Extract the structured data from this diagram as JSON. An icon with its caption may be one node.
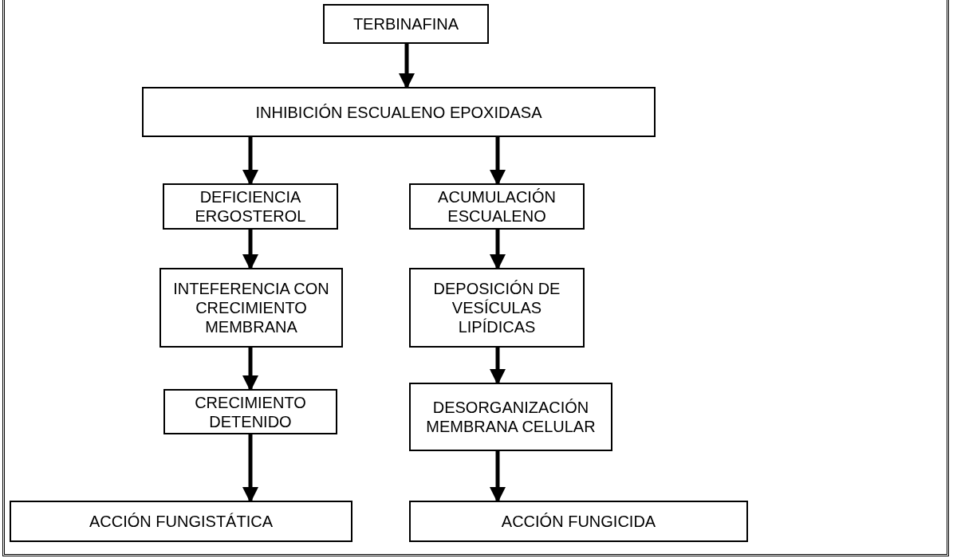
{
  "diagram": {
    "nodes": [
      {
        "text": [
          "TERBINAFINA"
        ]
      },
      {
        "text": [
          "INHIBICIÓN ESCUALENO EPOXIDASA"
        ]
      },
      {
        "text": [
          "DEFICIENCIA ERGOSTEROL"
        ]
      },
      {
        "text": [
          "ACUMULACIÓN ESCUALENO"
        ]
      },
      {
        "text": [
          "INTEFERENCIA CON CRECIMIENTO MEMBRANA"
        ]
      },
      {
        "text": [
          "DEPOSICIÓN DE VESÍCULAS LIPÍDICAS"
        ]
      },
      {
        "text": [
          "CRECIMIENTO DETENIDO"
        ]
      },
      {
        "text": [
          "DESORGANIZACIÓN MEMBRANA CELULAR"
        ]
      },
      {
        "text": [
          "ACCIÓN FUNGISTÁTICA"
        ]
      },
      {
        "text": [
          "ACCIÓN FUNGICIDA"
        ]
      }
    ],
    "edges": [
      {
        "from": 0,
        "to": 1,
        "arrow": "to"
      },
      {
        "from": 1,
        "to": 2,
        "arrow": "to"
      },
      {
        "from": 1,
        "to": 3,
        "arrow": "to"
      },
      {
        "from": 2,
        "to": 4,
        "arrow": "to"
      },
      {
        "from": 3,
        "to": 5,
        "arrow": "to"
      },
      {
        "from": 4,
        "to": 6,
        "arrow": "to"
      },
      {
        "from": 5,
        "to": 7,
        "arrow": "to"
      },
      {
        "from": 6,
        "to": 8,
        "arrow": "to"
      },
      {
        "from": 7,
        "to": 9,
        "arrow": "to"
      }
    ]
  }
}
